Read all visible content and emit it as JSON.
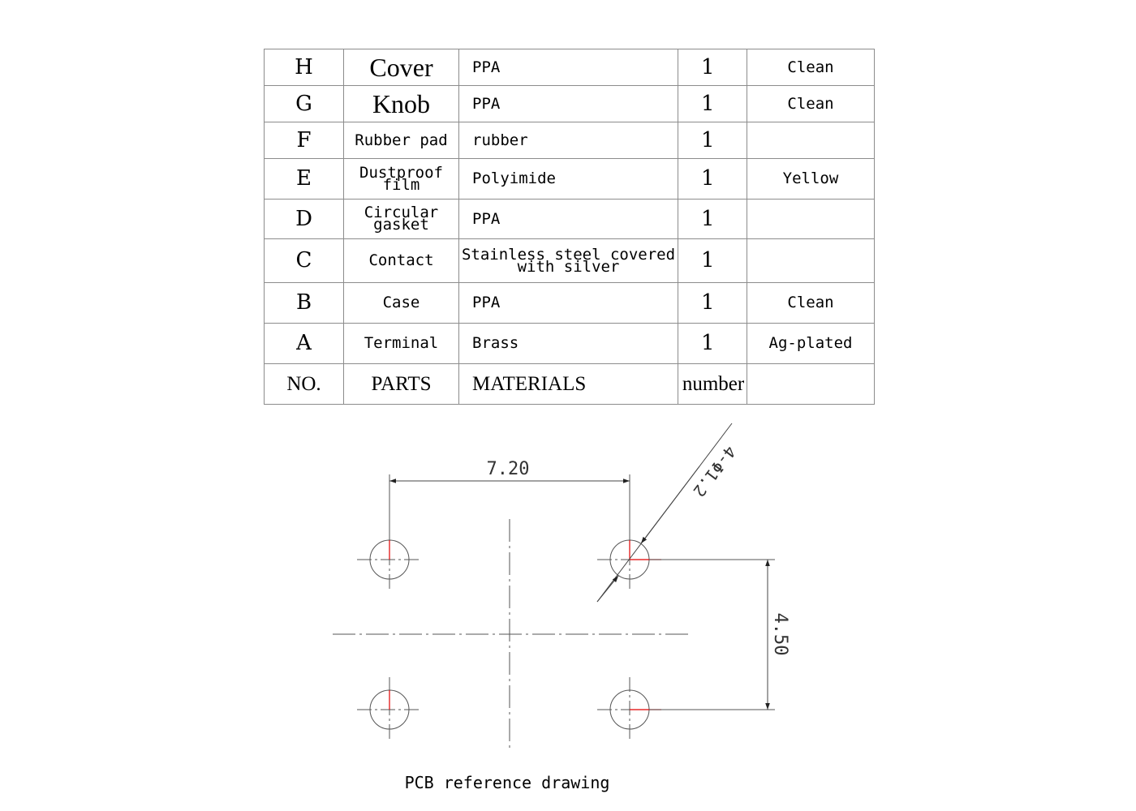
{
  "table": {
    "rows": [
      {
        "no": "H",
        "part": "Cover",
        "material": "PPA",
        "number": "1",
        "remark": "Clean"
      },
      {
        "no": "G",
        "part": "Knob",
        "material": "PPA",
        "number": "1",
        "remark": "Clean"
      },
      {
        "no": "F",
        "part": "Rubber pad",
        "material": "rubber",
        "number": "1",
        "remark": ""
      },
      {
        "no": "E",
        "part": "Dustproof film",
        "material": "Polyimide",
        "number": "1",
        "remark": "Yellow"
      },
      {
        "no": "D",
        "part": "Circular gasket",
        "material": "PPA",
        "number": "1",
        "remark": ""
      },
      {
        "no": "C",
        "part": "Contact",
        "material": "Stainless steel covered with silver",
        "number": "1",
        "remark": ""
      },
      {
        "no": "B",
        "part": "Case",
        "material": "PPA",
        "number": "1",
        "remark": "Clean"
      },
      {
        "no": "A",
        "part": "Terminal",
        "material": "Brass",
        "number": "1",
        "remark": "Ag-plated"
      }
    ],
    "header": {
      "no": "NO.",
      "part": "PARTS",
      "material": "MATERIALS",
      "number": "number",
      "remark": ""
    }
  },
  "drawing": {
    "dim_horizontal": "7.20",
    "dim_vertical": "4.50",
    "hole_callout": "4-Φ1.2",
    "caption": "PCB reference drawing",
    "line_color": "#555555",
    "accent_color": "#e00000"
  }
}
